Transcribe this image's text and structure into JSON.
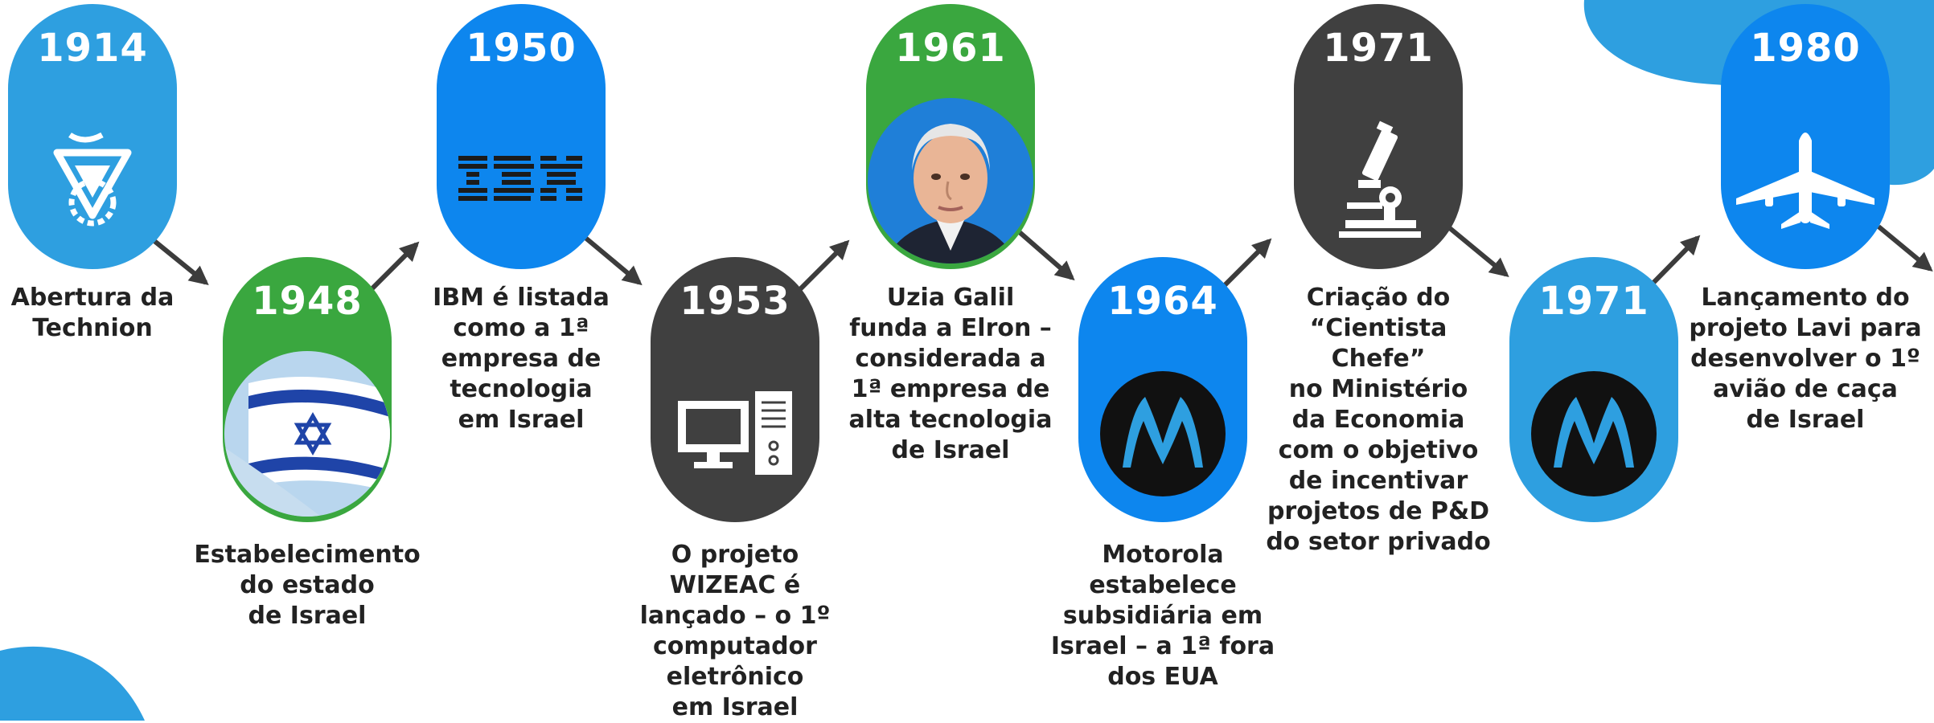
{
  "colors": {
    "light_blue": "#2e9fe0",
    "royal_blue": "#0d86ee",
    "green": "#3aa73f",
    "dark_gray": "#404040",
    "arrow": "#3c3c3c",
    "text": "#222222"
  },
  "timeline": [
    {
      "year": "1914",
      "icon": "technion-logo-icon",
      "caption": [
        "Abertura da",
        "Technion"
      ]
    },
    {
      "year": "1948",
      "icon": "israel-flag-photo",
      "caption": [
        "Estabelecimento",
        "do estado",
        "de Israel"
      ]
    },
    {
      "year": "1950",
      "icon": "ibm-logo-icon",
      "caption": [
        "IBM é listada",
        "como a 1ª",
        "empresa de",
        "tecnologia",
        "em Israel"
      ]
    },
    {
      "year": "1953",
      "icon": "computer-icon",
      "caption": [
        "O projeto",
        "WIZEAC é",
        "lançado – o 1º",
        "computador",
        "eletrônico",
        "em Israel"
      ]
    },
    {
      "year": "1961",
      "icon": "uzia-galil-portrait",
      "caption": [
        "Uzia Galil",
        "funda a Elron –",
        "considerada a",
        "1ª empresa de",
        "alta tecnologia",
        "de Israel"
      ]
    },
    {
      "year": "1964",
      "icon": "motorola-logo-icon",
      "caption": [
        "Motorola",
        "estabelece",
        "subsidiária em",
        "Israel – a 1ª fora",
        "dos EUA"
      ]
    },
    {
      "year": "1971",
      "icon": "microscope-icon",
      "caption": [
        "Criação do",
        "“Cientista Chefe”",
        "no Ministério",
        "da Economia",
        "com o objetivo",
        "de incentivar",
        "projetos de P&D",
        "do setor privado"
      ]
    },
    {
      "year": "1971",
      "icon": "motorola-logo-icon",
      "caption": []
    },
    {
      "year": "1980",
      "icon": "airplane-icon",
      "caption": [
        "Lançamento do",
        "projeto Lavi para",
        "desenvolver o 1º",
        "avião de caça",
        "de Israel"
      ]
    }
  ]
}
